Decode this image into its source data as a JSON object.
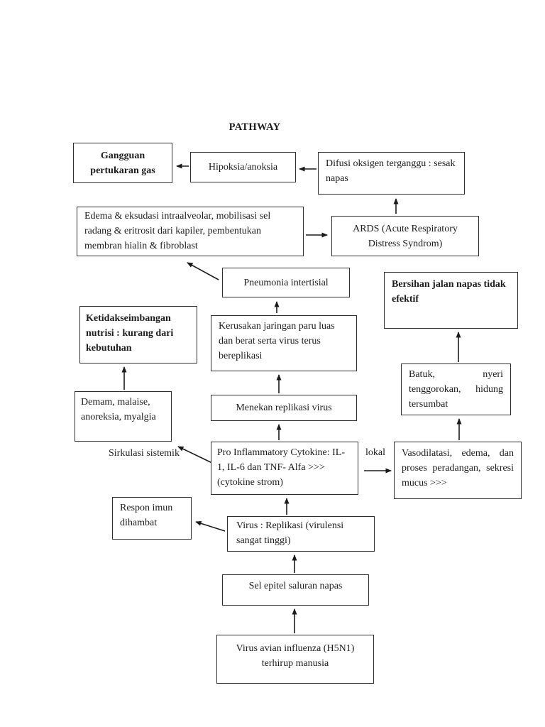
{
  "title": "PATHWAY",
  "colors": {
    "ink": "#1b1b1b",
    "box_border": "#2f2f2f",
    "background": "#ffffff"
  },
  "nodes": {
    "gangguan_pertukaran_gas": "Gangguan pertukaran gas",
    "hipoksia_anoksia": "Hipoksia/anoksia",
    "difusi_oksigen": "Difusi oksigen terganggu : sesak napas",
    "edema_eksudasi": "Edema & eksudasi intraalveolar, mobilisasi sel radang & eritrosit dari kapiler, pembentukan membran hialin & fibroblast",
    "ards": "ARDS (Acute Respiratory Distress Syndrom)",
    "pneumonia_intertisial": "Pneumonia intertisial",
    "bersihan_jalan_napas": "Bersihan jalan napas tidak efektif",
    "kerusakan_jaringan_paru": "Kerusakan jaringan paru luas dan berat serta virus terus bereplikasi",
    "ketidakseimbangan_nutrisi": "Ketidakseimbangan nutrisi : kurang dari kebutuhan",
    "demam_malaise": "Demam, malaise, anoreksia, myalgia",
    "batuk_nyeri": "Batuk, nyeri tenggorokan, hidung tersumbat",
    "menekan_replikasi_virus": "Menekan replikasi virus",
    "pro_inflammatory_cytokine": "Pro Inflammatory Cytokine: IL-1, IL-6 dan TNF- Alfa >>> (cytokine strom)",
    "vasodilatasi": "Vasodilatasi, edema, dan proses peradangan, sekresi mucus >>>",
    "respon_imun_dihambat": "Respon imun dihambat",
    "virus_replikasi": "Virus : Replikasi (virulensi sangat tinggi)",
    "sel_epitel": "Sel epitel saluran napas",
    "virus_avian_influenza": "Virus avian influenza (H5N1) terhirup manusia"
  },
  "labels": {
    "sirkulasi_sistemik": "Sirkulasi sistemik",
    "lokal": "lokal"
  }
}
